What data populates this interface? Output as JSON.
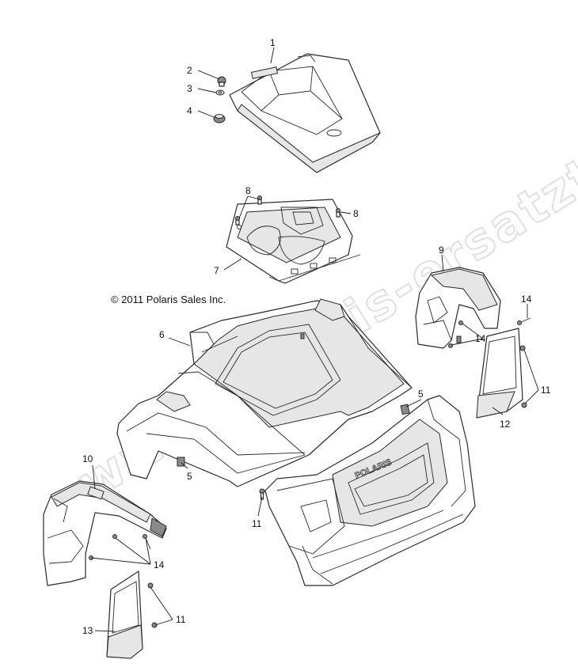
{
  "copyright": "© 2011 Polaris Sales Inc.",
  "watermark": [
    "www.polaris-ersatzteile.de"
  ],
  "grille_logo": "POLARIS",
  "callouts": [
    {
      "id": "c1",
      "label": "1"
    },
    {
      "id": "c2",
      "label": "2"
    },
    {
      "id": "c3",
      "label": "3"
    },
    {
      "id": "c4",
      "label": "4"
    },
    {
      "id": "c5a",
      "label": "5"
    },
    {
      "id": "c5b",
      "label": "5"
    },
    {
      "id": "c6",
      "label": "6"
    },
    {
      "id": "c7",
      "label": "7"
    },
    {
      "id": "c8a",
      "label": "8"
    },
    {
      "id": "c8b",
      "label": "8"
    },
    {
      "id": "c9",
      "label": "9"
    },
    {
      "id": "c10",
      "label": "10"
    },
    {
      "id": "c11a",
      "label": "11"
    },
    {
      "id": "c11b",
      "label": "11"
    },
    {
      "id": "c11c",
      "label": "11"
    },
    {
      "id": "c12",
      "label": "12"
    },
    {
      "id": "c13",
      "label": "13"
    },
    {
      "id": "c14a",
      "label": "14"
    },
    {
      "id": "c14b",
      "label": "14"
    },
    {
      "id": "c14c",
      "label": "14"
    }
  ],
  "colors": {
    "line": "#2a2a2a",
    "watermark": "#d6d6d6",
    "background": "#ffffff"
  }
}
